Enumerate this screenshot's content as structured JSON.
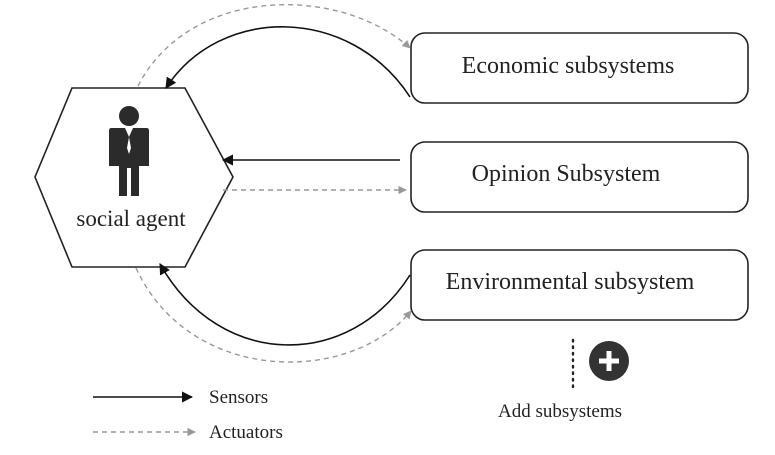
{
  "agent": {
    "label": "social agent",
    "icon": "businessman-icon"
  },
  "subsystems": [
    {
      "id": "economic",
      "label": "Economic subsystems"
    },
    {
      "id": "opinion",
      "label": "Opinion Subsystem"
    },
    {
      "id": "environmental",
      "label": "Environmental subsystem"
    }
  ],
  "add": {
    "label": "Add subsystems",
    "icon": "plus-circle-icon"
  },
  "legend": {
    "sensors": "Sensors",
    "actuators": "Actuators"
  },
  "colors": {
    "stroke": "#222222",
    "sensor": "#111111",
    "actuator": "#999999",
    "add_button": "#333333"
  }
}
